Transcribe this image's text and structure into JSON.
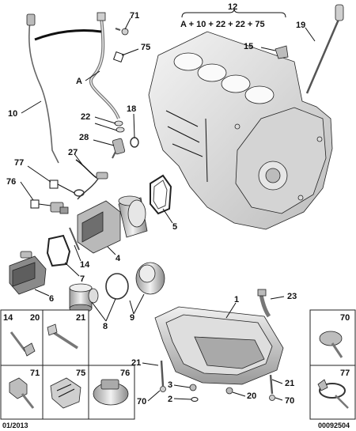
{
  "diagram": {
    "callouts": {
      "c71_top": "71",
      "c75_top": "75",
      "cA": "A",
      "c10": "10",
      "c22": "22",
      "c18": "18",
      "c28": "28",
      "c27": "27",
      "c77_left": "77",
      "c76_left": "76",
      "c12": "12",
      "c15": "15",
      "c19": "19",
      "c5": "5",
      "c14_mid": "14",
      "c4": "4",
      "c7": "7",
      "c6": "6",
      "c8": "8",
      "c9": "9",
      "c1": "1",
      "c23": "23",
      "c21_left": "21",
      "c3": "3",
      "c2": "2",
      "c20_bottom": "20",
      "c21_right": "21",
      "c70_left": "70",
      "c70_right": "70"
    },
    "formula": "A + 10 + 22 + 22 + 75",
    "inset_left": {
      "box_14_20": {
        "labels": [
          "14",
          "20"
        ]
      },
      "box_21": {
        "label": "21"
      },
      "box_71": {
        "label": "71"
      },
      "box_75": {
        "label": "75"
      },
      "box_76": {
        "label": "76"
      }
    },
    "inset_right": {
      "box_70": {
        "label": "70"
      },
      "box_77": {
        "label": "77"
      }
    },
    "footer": {
      "date": "01/2013",
      "code": "00092504"
    }
  },
  "colors": {
    "line": "#111111",
    "part_light": "#e8e8e8",
    "part_mid": "#c9c9c9",
    "part_dark": "#8a8a8a"
  }
}
